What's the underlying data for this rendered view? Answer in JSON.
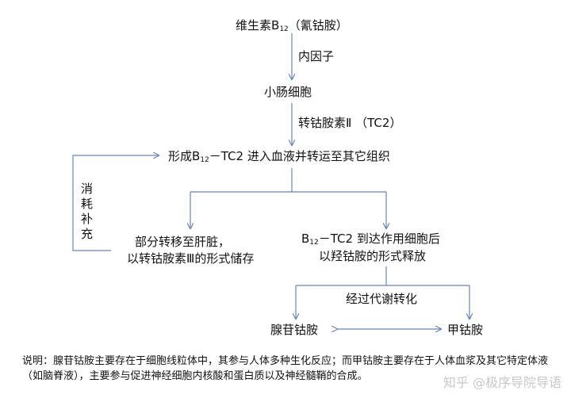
{
  "nodes": {
    "b12": {
      "prefix": "维生素",
      "sym": "B",
      "sub": "12",
      "suffix": "（氰钴胺）"
    },
    "small_intestine": "小肠细胞",
    "formation": {
      "prefix": "形成",
      "sym": "B",
      "sub": "12",
      "suffix": "－TC2 进入血液并转运至其它组织"
    },
    "liver_line1": "部分转移至肝脏，",
    "liver_line2": "以转钴胺素Ⅲ的形式储存",
    "target": {
      "sym": "B",
      "sub": "12",
      "suffix": "－TC2 到达作用细胞后"
    },
    "target_line2": "以羟钴胺的形式释放",
    "adenosyl": "腺苷钴胺",
    "methyl": "甲钴胺"
  },
  "edge_labels": {
    "intrinsic_factor": "内因子",
    "tc2": "转钴胺素Ⅱ （TC2）",
    "replenish": "消耗补充",
    "metabolic": "经过代谢转化"
  },
  "note": "说明：腺苷钴胺主要存在于细胞线粒体中，其参与人体多种生化反应；而甲钴胺主要存在于人体血浆及其它特定体液（如脑脊液），主要参与促进神经细胞内核酸和蛋白质以及神经髓鞘的合成。",
  "watermark": "知乎 @极序导院导语",
  "colors": {
    "line": "#6b84b0",
    "text": "#111111"
  }
}
